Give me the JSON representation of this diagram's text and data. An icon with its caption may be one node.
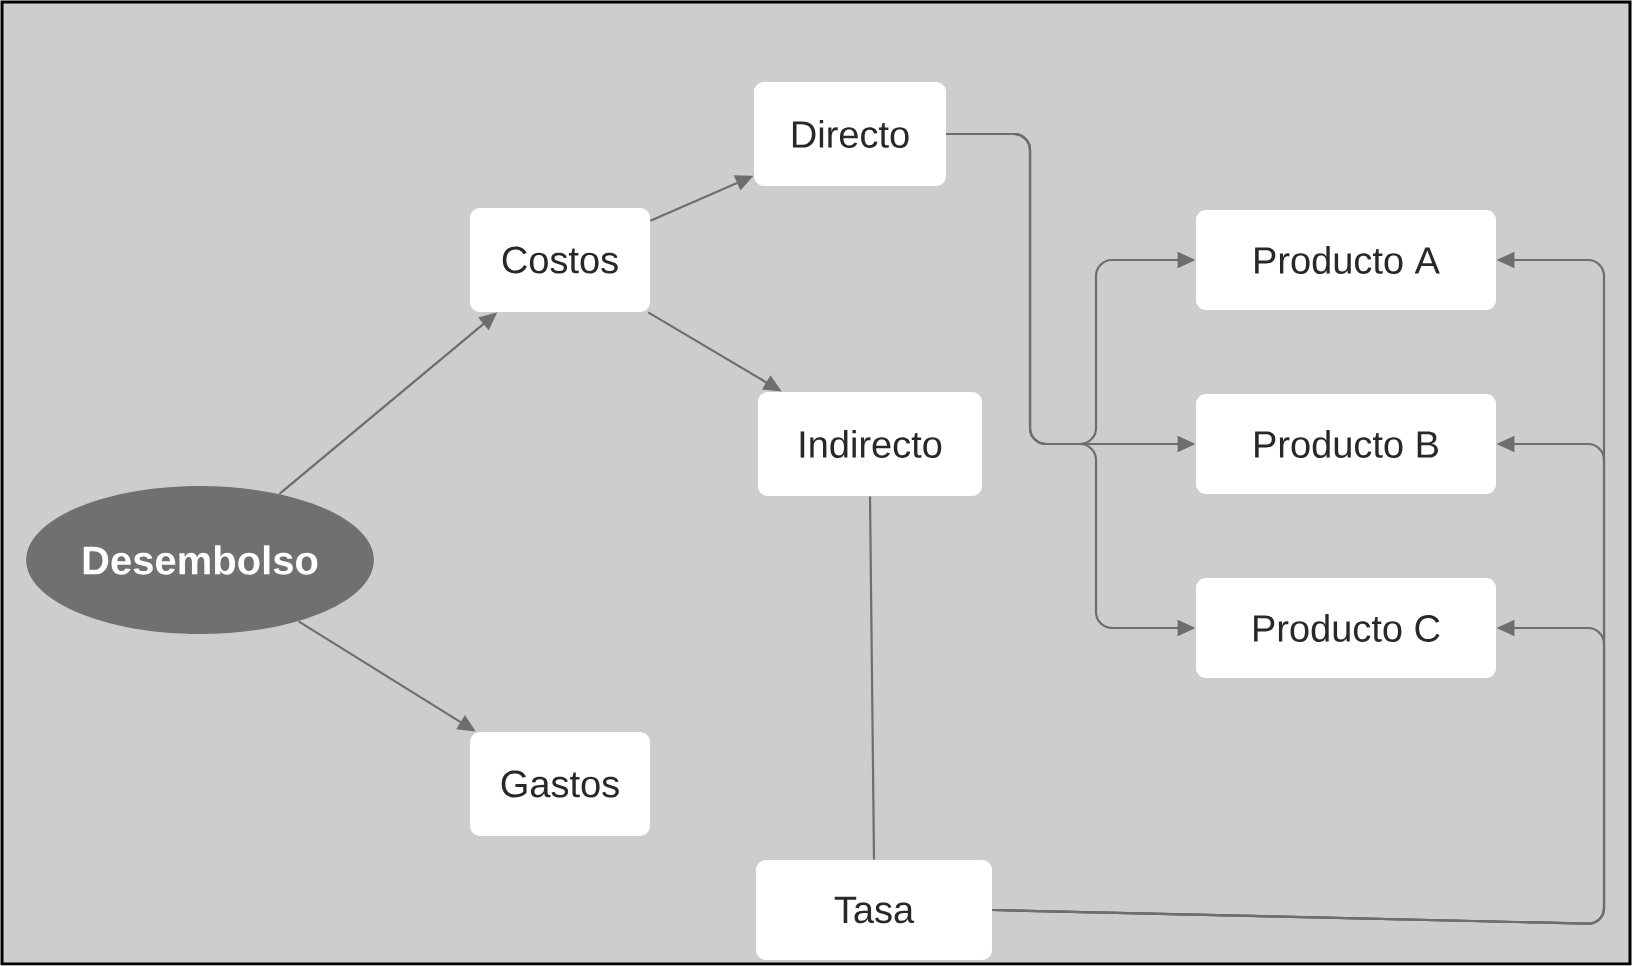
{
  "diagram": {
    "nodes": [
      {
        "text": [
          "Desembolso"
        ]
      },
      {
        "text": [
          "Costos"
        ]
      },
      {
        "text": [
          "Directo"
        ]
      },
      {
        "text": [
          "Indirecto"
        ]
      },
      {
        "text": [
          "Gastos"
        ]
      },
      {
        "text": [
          "Tasa"
        ]
      },
      {
        "text": [
          "Producto A"
        ]
      },
      {
        "text": [
          "Producto B"
        ]
      },
      {
        "text": [
          "Producto C"
        ]
      }
    ],
    "edges": [
      {
        "from": 0,
        "to": 1,
        "arrow": "to"
      },
      {
        "from": 0,
        "to": 4,
        "arrow": "to"
      },
      {
        "from": 1,
        "to": 2,
        "arrow": "to"
      },
      {
        "from": 1,
        "to": 3,
        "arrow": "to"
      },
      {
        "from": 2,
        "to": 6,
        "arrow": "to"
      },
      {
        "from": 2,
        "to": 7,
        "arrow": "to"
      },
      {
        "from": 2,
        "to": 8,
        "arrow": "to"
      },
      {
        "from": 3,
        "to": 5,
        "arrow": "none"
      },
      {
        "from": 5,
        "to": 6,
        "arrow": "to"
      },
      {
        "from": 5,
        "to": 7,
        "arrow": "to"
      },
      {
        "from": 5,
        "to": 8,
        "arrow": "to"
      }
    ]
  }
}
